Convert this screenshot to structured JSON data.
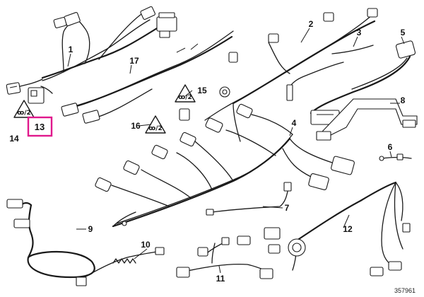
{
  "callouts": {
    "c1": "1",
    "c2": "2",
    "c3": "3",
    "c4": "4",
    "c5": "5",
    "c6": "6",
    "c7": "7",
    "c8": "8",
    "c9": "9",
    "c10": "10",
    "c11": "11",
    "c12": "12",
    "c13": "13",
    "c14": "14",
    "c15": "15",
    "c16": "16",
    "c17": "17"
  },
  "highlighted_callout": "13",
  "highlight_color": "#e0188c",
  "warning_symbol": "ꝏ/2",
  "diagram_id": "357961",
  "icons": [
    "warning-triangle-icon"
  ]
}
